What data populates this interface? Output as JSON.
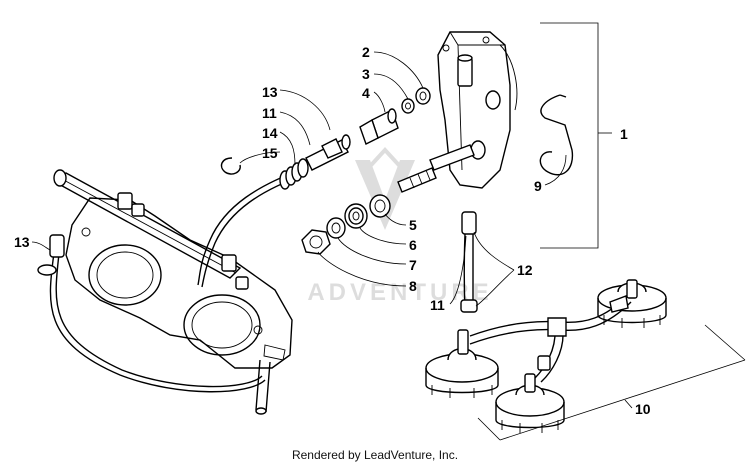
{
  "diagram": {
    "callouts": [
      "1",
      "2",
      "3",
      "4",
      "5",
      "6",
      "7",
      "8",
      "9",
      "10",
      "11",
      "11",
      "12",
      "13",
      "13",
      "14",
      "15"
    ]
  },
  "watermark": {
    "text": "ADVENTURE"
  },
  "credit": {
    "text": "Rendered by LeadVenture, Inc."
  }
}
